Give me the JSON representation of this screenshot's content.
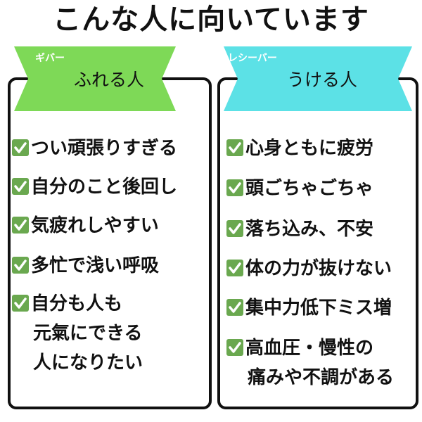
{
  "title": "こんな人に向いています",
  "colors": {
    "giver": "#7ed957",
    "receiver": "#5ce1e6",
    "check": "#6aa84f"
  },
  "left": {
    "small_label": "ギバー",
    "main_label": "ふれる人",
    "items": [
      {
        "lines": [
          "つい頑張りすぎる"
        ]
      },
      {
        "lines": [
          "自分のこと後回し"
        ]
      },
      {
        "lines": [
          "気疲れしやすい"
        ]
      },
      {
        "lines": [
          "多忙で浅い呼吸"
        ]
      },
      {
        "lines": [
          "自分も人も",
          "元氣にできる",
          "人になりたい"
        ]
      }
    ]
  },
  "right": {
    "small_label": "レシーバー",
    "main_label": "うける人",
    "items": [
      {
        "lines": [
          "心身ともに疲労"
        ]
      },
      {
        "lines": [
          "頭ごちゃごちゃ"
        ]
      },
      {
        "lines": [
          "落ち込み、不安"
        ]
      },
      {
        "lines": [
          "体の力が抜けない"
        ]
      },
      {
        "lines": [
          "集中力低下ミス増"
        ]
      },
      {
        "lines": [
          "高血圧・慢性の",
          "痛みや不調がある"
        ]
      }
    ]
  }
}
